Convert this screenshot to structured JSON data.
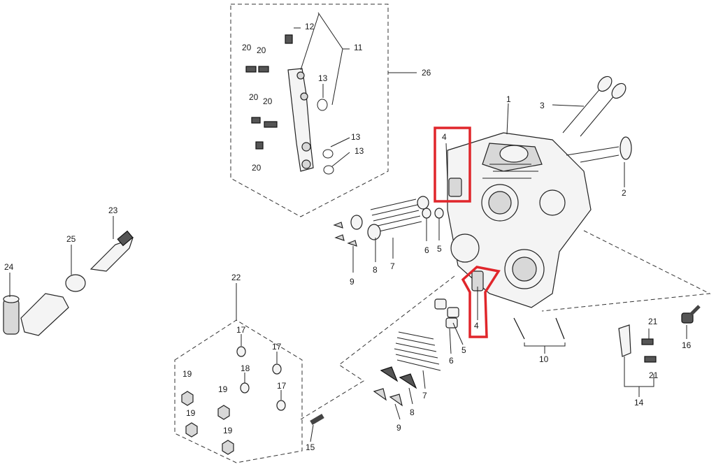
{
  "labels": {
    "l1": "1",
    "l2": "2",
    "l3": "3",
    "l4_top": "4",
    "l4_bottom": "4",
    "l5_upper": "5",
    "l5_lower": "5",
    "l6_upper": "6",
    "l6_lower": "6",
    "l7_upper": "7",
    "l7_lower": "7",
    "l8_upper": "8",
    "l8_lower": "8",
    "l9_upper": "9",
    "l9_lower": "9",
    "l10": "10",
    "l11": "11",
    "l12": "12",
    "l13_a": "13",
    "l13_b": "13",
    "l13_c": "13",
    "l14": "14",
    "l15": "15",
    "l16": "16",
    "l17_a": "17",
    "l17_b": "17",
    "l17_c": "17",
    "l18": "18",
    "l19_a": "19",
    "l19_b": "19",
    "l19_c": "19",
    "l19_d": "19",
    "l20_a": "20",
    "l20_b": "20",
    "l20_c": "20",
    "l20_d": "20",
    "l20_e": "20",
    "l21_a": "21",
    "l21_b": "21",
    "l22": "22",
    "l23": "23",
    "l24": "24",
    "l25": "25",
    "l26": "26"
  },
  "highlight_color": "#e0262b"
}
